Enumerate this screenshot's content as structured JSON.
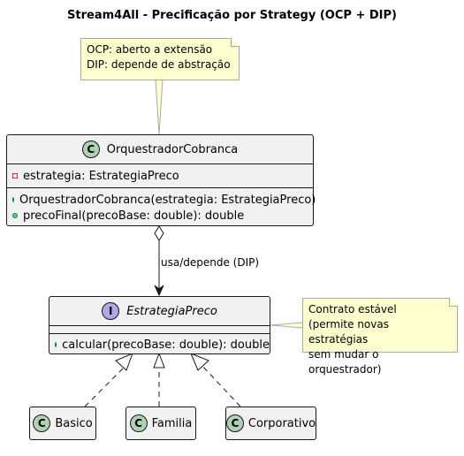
{
  "title": "Stream4All - Precificação por Strategy (OCP + DIP)",
  "note_top": {
    "line1": "OCP: aberto a extensão",
    "line2": "DIP: depende de abstração"
  },
  "orquestrador": {
    "stereotype_letter": "C",
    "name": "OrquestradorCobranca",
    "attribute": "estrategia: EstrategiaPreco",
    "method1": "OrquestradorCobranca(estrategia: EstrategiaPreco)",
    "method2": "precoFinal(precoBase: double): double"
  },
  "link_label": "usa/depende (DIP)",
  "interface": {
    "stereotype_letter": "I",
    "name": "EstrategiaPreco",
    "method": "calcular(precoBase: double): double"
  },
  "note_right": {
    "line1": "Contrato estável",
    "line2": "(permite novas estratégias",
    "line3": "sem mudar o orquestrador)"
  },
  "impls": [
    {
      "letter": "C",
      "name": "Basico"
    },
    {
      "letter": "C",
      "name": "Familia"
    },
    {
      "letter": "C",
      "name": "Corporativo"
    }
  ],
  "colors": {
    "class_badge": "#add1b2",
    "interface_badge": "#b4a7e5",
    "note_bg": "#fefece",
    "box_bg": "#f1f1f1"
  }
}
